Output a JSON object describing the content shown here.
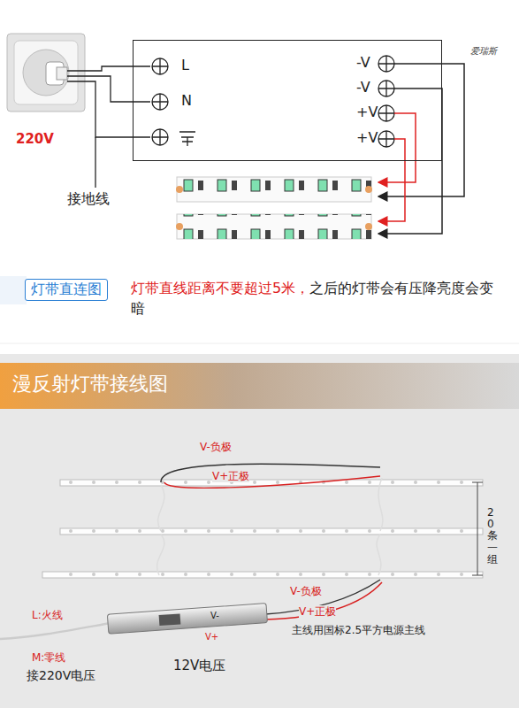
{
  "diagram": {
    "title": "漫反射灯带接线图",
    "nodes": [
      {
        "text": [
          "L",
          "N",
          "-V",
          "-V",
          "+V",
          "+V"
        ]
      },
      {
        "text": [
          "灯带直连图"
        ]
      }
    ],
    "labels": [
      "220V",
      "接地线",
      "爱瑞斯",
      "灯带直线距离不要超过5米，",
      "之后的灯带会有压降亮度会变暗",
      "V-负极",
      "V+正极",
      "20条一组",
      "V-负极",
      "V+正极",
      "主线用国标2.5平方电源主线",
      "L:火线",
      "M:零线",
      "接220V电压",
      "V-",
      "V+",
      "12V电压"
    ]
  }
}
